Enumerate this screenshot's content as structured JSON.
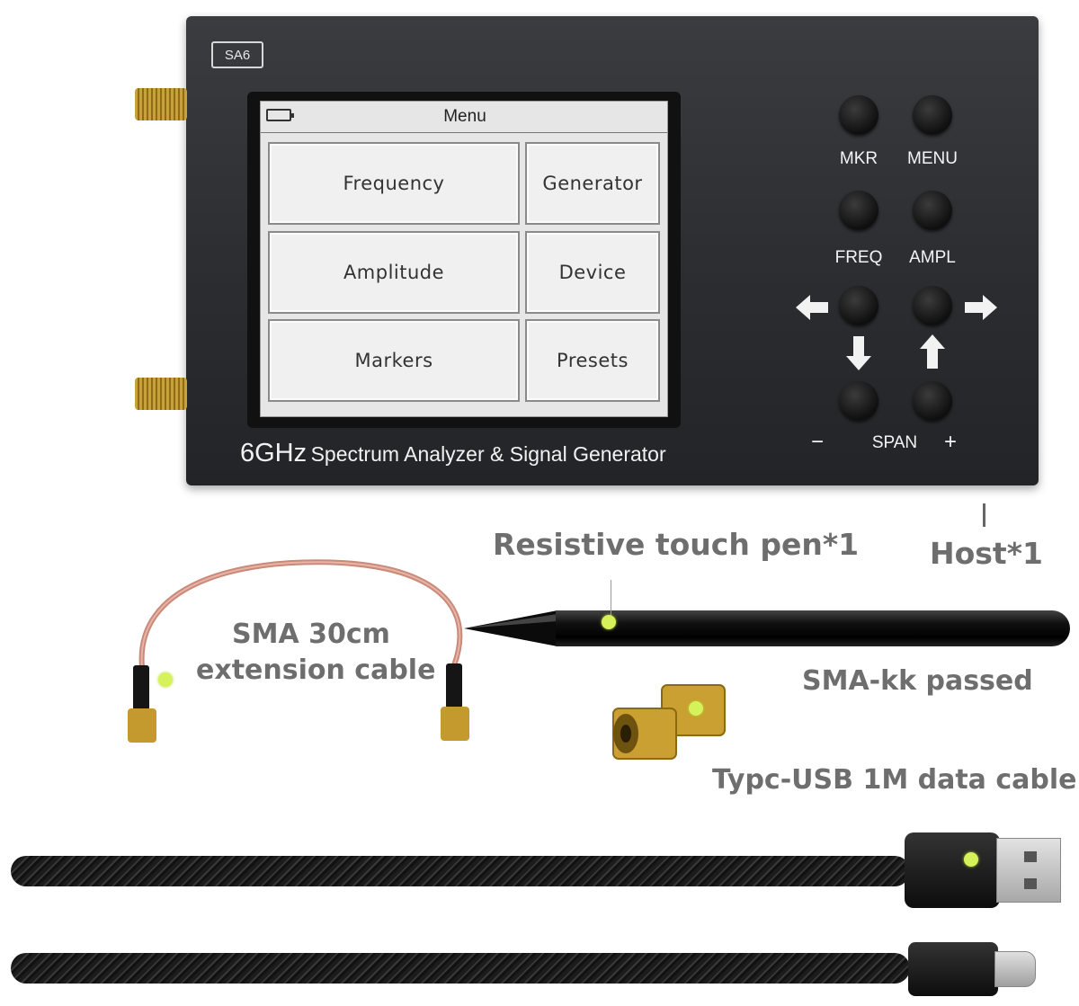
{
  "device": {
    "model": "SA6",
    "screen": {
      "title": "Menu",
      "buttons": [
        "Frequency",
        "Generator",
        "Amplitude",
        "Device",
        "Markers",
        "Presets"
      ]
    },
    "tagline_big": "6GHz",
    "tagline_small": "Spectrum Analyzer & Signal Generator",
    "key_labels": {
      "mkr": "MKR",
      "menu": "MENU",
      "freq": "FREQ",
      "ampl": "AMPL",
      "span_minus": "−",
      "span": "SPAN",
      "span_plus": "+"
    }
  },
  "captions": {
    "pen": "Resistive touch pen*1",
    "host": "Host*1",
    "sma_cable_line1": "SMA 30cm",
    "sma_cable_line2": "extension cable",
    "sma_kk": "SMA-kk passed",
    "usb_cable": "Typc-USB 1M data cable"
  },
  "colors": {
    "callout_dot": "#d6f25a",
    "caption_text": "#6e6e6e",
    "device_body": "#2f3134",
    "screen_bg": "#e6e6e6"
  }
}
